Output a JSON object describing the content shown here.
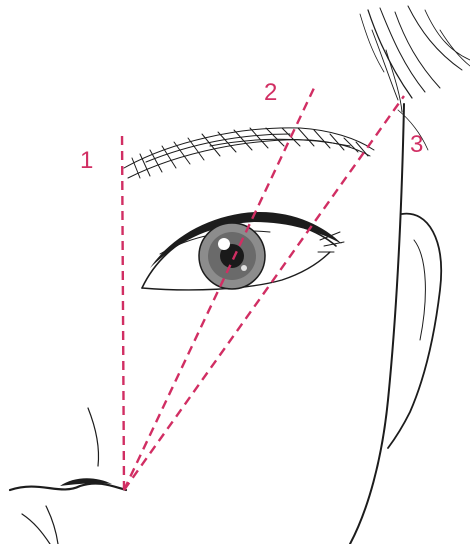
{
  "guides": [
    {
      "label": "1"
    },
    {
      "label": "2"
    },
    {
      "label": "3"
    }
  ],
  "colors": {
    "guide": "#d12e63",
    "ink": "#1c1c1c",
    "background": "#ffffff"
  }
}
